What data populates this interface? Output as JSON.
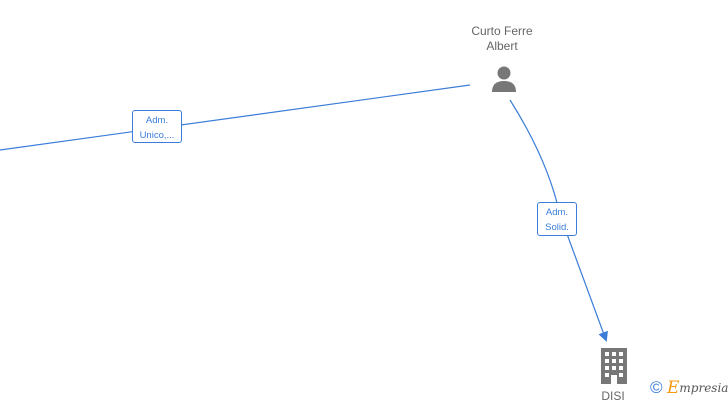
{
  "nodes": {
    "person": {
      "name_line1": "Curto Ferre",
      "name_line2": "Albert",
      "icon": "person-icon"
    },
    "company": {
      "name": "DISI",
      "icon": "building-icon"
    }
  },
  "edges": [
    {
      "label_line1": "Adm.",
      "label_line2": "Unico,..."
    },
    {
      "label_line1": "Adm.",
      "label_line2": "Solid."
    }
  ],
  "watermark": {
    "copyright_symbol": "©",
    "brand_initial": "E",
    "brand_rest": "mpresia"
  },
  "colors": {
    "edge": "#3b7dd8",
    "node_icon": "#777777",
    "node_text": "#666666",
    "brand_accent": "#f39c12"
  }
}
